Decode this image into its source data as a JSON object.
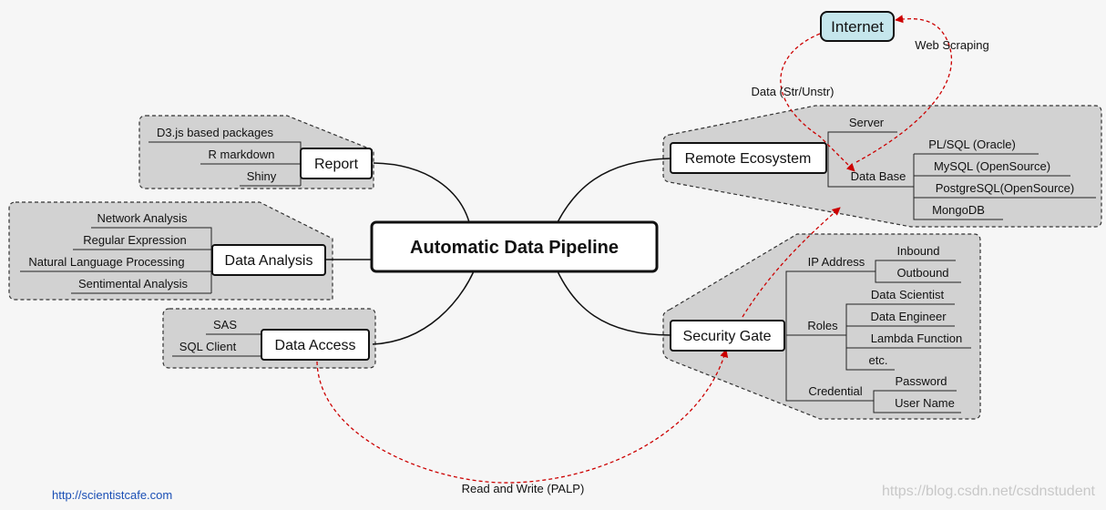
{
  "central": "Automatic Data Pipeline",
  "report": {
    "label": "Report",
    "items": [
      "D3.js based packages",
      "R markdown",
      "Shiny"
    ]
  },
  "analysis": {
    "label": "Data Analysis",
    "items": [
      "Network Analysis",
      "Regular Expression",
      "Natural Language Processing",
      "Sentimental Analysis"
    ]
  },
  "access": {
    "label": "Data Access",
    "items": [
      "SAS",
      "SQL Client"
    ]
  },
  "remote": {
    "label": "Remote Ecosystem",
    "server": "Server",
    "database": "Data Base",
    "db_items": [
      "PL/SQL (Oracle)",
      "MySQL (OpenSource)",
      "PostgreSQL(OpenSource)",
      "MongoDB"
    ]
  },
  "security": {
    "label": "Security Gate",
    "ip": {
      "label": "IP Address",
      "items": [
        "Inbound",
        "Outbound"
      ]
    },
    "roles": {
      "label": "Roles",
      "items": [
        "Data Scientist",
        "Data Engineer",
        "Lambda Function",
        "etc."
      ]
    },
    "credential": {
      "label": "Credential",
      "items": [
        "Password",
        "User Name"
      ]
    }
  },
  "internet": "Internet",
  "flows": {
    "web_scraping": "Web Scraping",
    "data_str": "Data (Str/Unstr)",
    "read_write": "Read and Write (PALP)"
  },
  "footer": {
    "url": "http://scientistcafe.com",
    "watermark": "https://blog.csdn.net/csdnstudent"
  },
  "colors": {
    "flow_red": "#cc0000",
    "group_fill": "#d2d2d2",
    "internet_fill": "#c5e6ec"
  }
}
